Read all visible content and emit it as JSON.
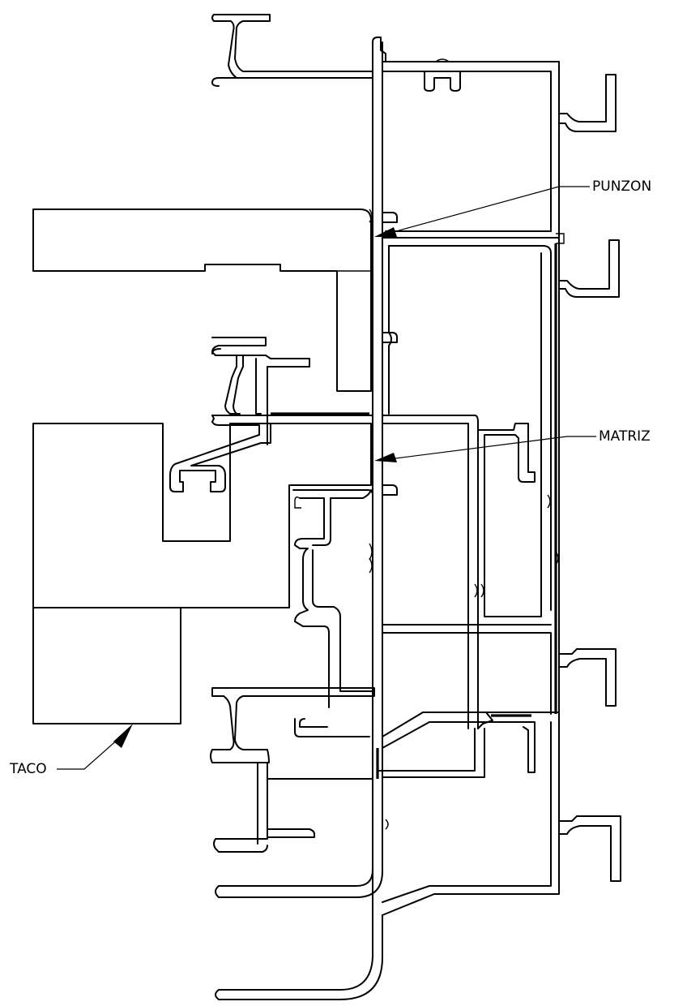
{
  "callouts": {
    "punzon": "PUNZON",
    "matriz": "MATRIZ",
    "taco": "TACO"
  }
}
